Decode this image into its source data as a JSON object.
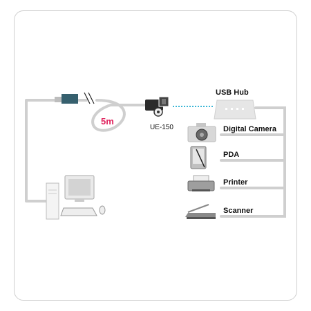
{
  "labels": {
    "cable_length": "5m",
    "adapter": "UE-150",
    "hub": "USB Hub",
    "devices": [
      "Digital Camera",
      "PDA",
      "Printer",
      "Scanner"
    ]
  },
  "colors": {
    "line": "#cfcfcf",
    "link": "#3bb6d6",
    "accent": "#e0245e",
    "cable_connector": "#36606e"
  }
}
